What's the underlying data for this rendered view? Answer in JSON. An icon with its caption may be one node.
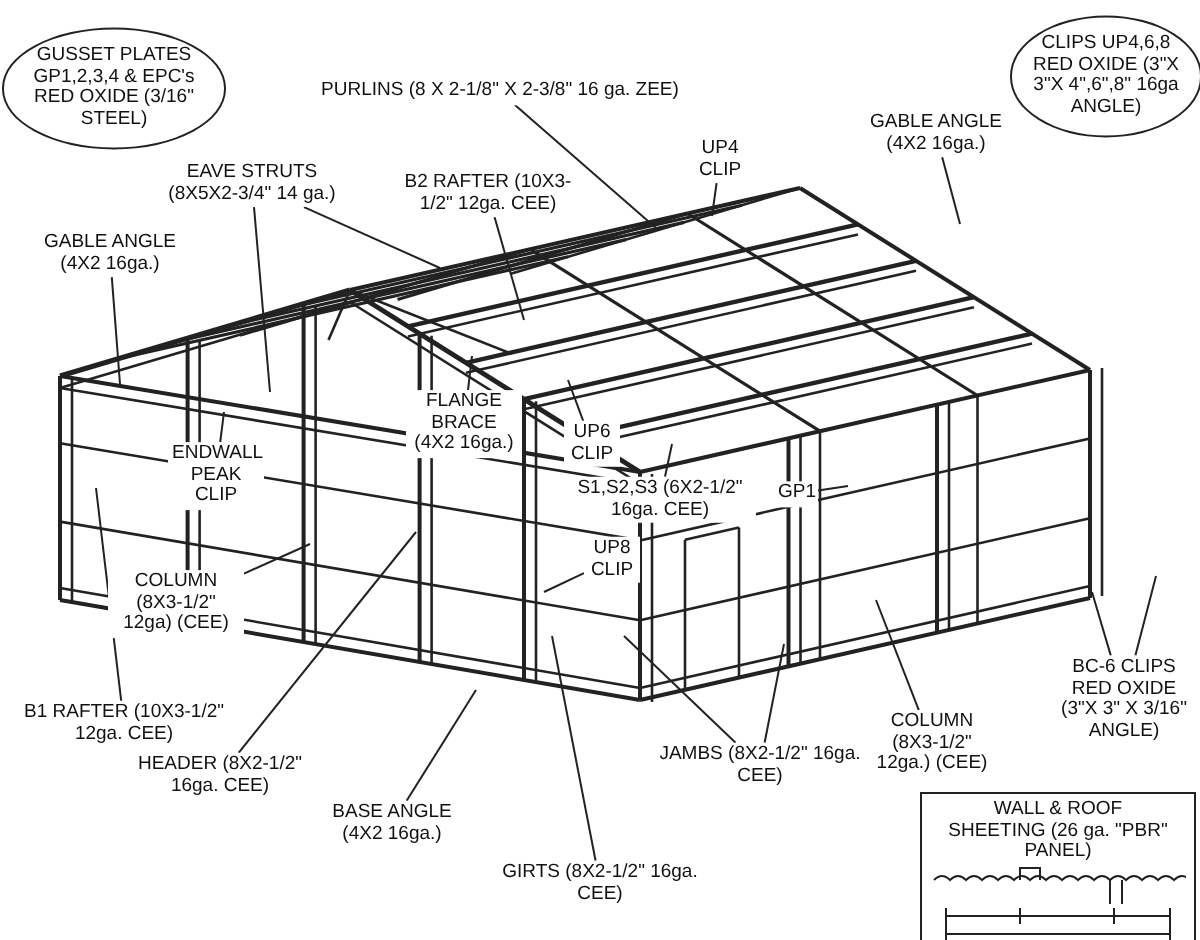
{
  "diagram": {
    "nodes": [
      {
        "text": [
          "GUSSET PLATES GP1,2,3,4 & EPC's RED OXIDE (3/16\" STEEL)"
        ]
      },
      {
        "text": [
          "CLIPS UP4,6,8 RED OXIDE (3\"X 3\"X 4\",6\",8\" 16ga ANGLE)"
        ]
      },
      {
        "text": [
          "PURLINS (8 X 2-1/8\" X 2-3/8\" 16 ga. ZEE)"
        ]
      },
      {
        "text": [
          "EAVE STRUTS (8X5X2-3/4\" 14 ga.)"
        ]
      },
      {
        "text": [
          "B2 RAFTER (10X3-1/2\" 12ga. CEE)"
        ]
      },
      {
        "text": [
          "GABLE ANGLE (4X2 16ga.)"
        ]
      },
      {
        "text": [
          "UP4 CLIP"
        ]
      },
      {
        "text": [
          "GABLE ANGLE (4X2 16ga.)"
        ]
      },
      {
        "text": [
          "FLANGE BRACE (4X2 16ga.)"
        ]
      },
      {
        "text": [
          "UP6 CLIP"
        ]
      },
      {
        "text": [
          "ENDWALL PEAK CLIP"
        ]
      },
      {
        "text": [
          "S1,S2,S3 (6X2-1/2\" 16ga. CEE)"
        ]
      },
      {
        "text": [
          "GP1"
        ]
      },
      {
        "text": [
          "UP8 CLIP"
        ]
      },
      {
        "text": [
          "COLUMN (8X3-1/2\" 12ga) (CEE)"
        ]
      },
      {
        "text": [
          "B1 RAFTER (10X3-1/2\" 12ga. CEE)"
        ]
      },
      {
        "text": [
          "HEADER (8X2-1/2\" 16ga. CEE)"
        ]
      },
      {
        "text": [
          "BASE ANGLE (4X2 16ga.)"
        ]
      },
      {
        "text": [
          "GIRTS (8X2-1/2\" 16ga. CEE)"
        ]
      },
      {
        "text": [
          "JAMBS (8X2-1/2\" 16ga. CEE)"
        ]
      },
      {
        "text": [
          "COLUMN (8X3-1/2\" 12ga.) (CEE)"
        ]
      },
      {
        "text": [
          "BC-6 CLIPS RED OXIDE (3\"X 3\" X 3/16\" ANGLE)"
        ]
      },
      {
        "text": [
          "WALL & ROOF SHEETING (26 ga. \"PBR\" PANEL)"
        ]
      }
    ],
    "edges": [
      {
        "from": 2,
        "to": null,
        "arrow": "none"
      },
      {
        "from": 3,
        "to": null,
        "arrow": "none"
      },
      {
        "from": 3,
        "to": null,
        "arrow": "none"
      },
      {
        "from": 4,
        "to": null,
        "arrow": "none"
      },
      {
        "from": 5,
        "to": null,
        "arrow": "none"
      },
      {
        "from": 6,
        "to": null,
        "arrow": "none"
      },
      {
        "from": 7,
        "to": null,
        "arrow": "none"
      },
      {
        "from": 8,
        "to": null,
        "arrow": "none"
      },
      {
        "from": 9,
        "to": null,
        "arrow": "none"
      },
      {
        "from": 10,
        "to": null,
        "arrow": "none"
      },
      {
        "from": 11,
        "to": null,
        "arrow": "none"
      },
      {
        "from": 12,
        "to": null,
        "arrow": "none"
      },
      {
        "from": 13,
        "to": null,
        "arrow": "none"
      },
      {
        "from": 14,
        "to": null,
        "arrow": "none"
      },
      {
        "from": 15,
        "to": null,
        "arrow": "none"
      },
      {
        "from": 16,
        "to": null,
        "arrow": "none"
      },
      {
        "from": 17,
        "to": null,
        "arrow": "none"
      },
      {
        "from": 18,
        "to": null,
        "arrow": "none"
      },
      {
        "from": 19,
        "to": null,
        "arrow": "none"
      },
      {
        "from": 19,
        "to": null,
        "arrow": "none"
      },
      {
        "from": 20,
        "to": null,
        "arrow": "none"
      },
      {
        "from": 21,
        "to": null,
        "arrow": "none"
      },
      {
        "from": 21,
        "to": null,
        "arrow": "none"
      }
    ]
  }
}
